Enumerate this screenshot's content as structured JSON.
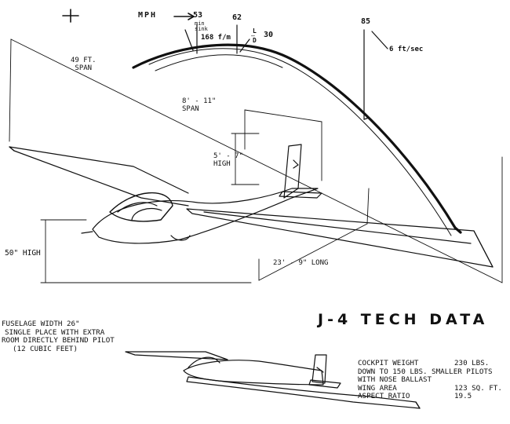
{
  "title": "J-4 TECH DATA",
  "polar": {
    "mph_label": "MPH",
    "speed_ticks": [
      "53",
      "62",
      "85"
    ],
    "min_sink_label": "min\nsink",
    "min_sink_value": "168 f/m",
    "ld_num": "L",
    "ld_den": "D",
    "ld_value": "30",
    "sink_rate_label": "6 ft/sec"
  },
  "dimensions": {
    "wingspan": "49 FT.\nSPAN",
    "tail_span": "8' - 11\"\nSPAN",
    "tail_height": "5' - 7\"\nHIGH",
    "overall_height": "50\" HIGH",
    "length": "23' - 9\" LONG"
  },
  "left_notes": [
    "FUSELAGE WIDTH 26\"",
    "SINGLE PLACE WITH EXTRA",
    "ROOM DIRECTLY BEHIND PILOT",
    "(12 CUBIC FEET)"
  ],
  "specs": {
    "cockpit_weight": {
      "label": "COCKPIT WEIGHT",
      "value": "230 LBS."
    },
    "pilot_note_1": "DOWN TO 150 LBS. SMALLER PILOTS",
    "pilot_note_2": "WITH NOSE BALLAST",
    "wing_area": {
      "label": "WING AREA",
      "value": "123 SQ. FT."
    },
    "aspect_ratio": {
      "label": "ASPECT RATIO",
      "value": "19.5"
    }
  }
}
